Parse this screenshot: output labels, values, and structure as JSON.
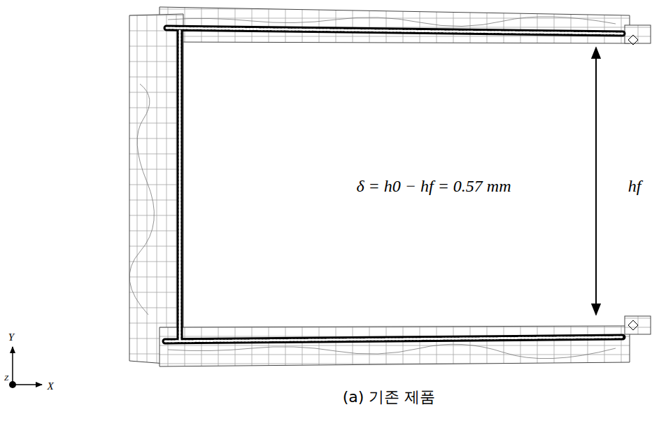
{
  "diagram": {
    "caption": "(a) 기존 제품",
    "labels": [
      "δ = h0 − hf = 0.57 mm",
      "hf",
      "Y",
      "Z",
      "X"
    ]
  }
}
